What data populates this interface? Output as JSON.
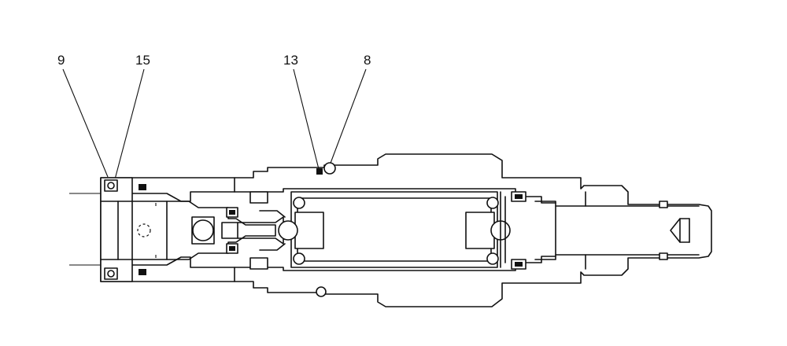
{
  "diagram": {
    "callouts": [
      {
        "id": "9",
        "label": "9"
      },
      {
        "id": "15",
        "label": "15"
      },
      {
        "id": "13",
        "label": "13"
      },
      {
        "id": "8",
        "label": "8"
      }
    ]
  }
}
